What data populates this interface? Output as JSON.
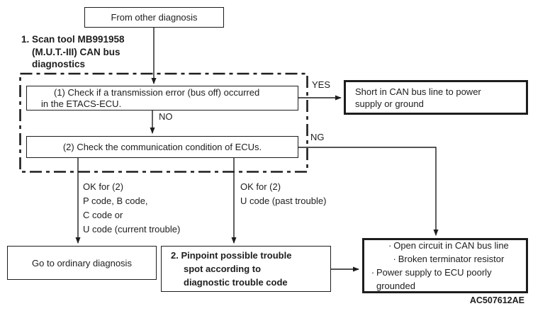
{
  "page": {
    "background": "#ffffff",
    "ink_color": "#1d1d1d",
    "watermark": "AC507612AE"
  },
  "flowchart": {
    "section_label": "1. Scan tool MB991958\n(M.U.T.-III) CAN bus\ndiagnostics",
    "start": {
      "label": "From other diagnosis"
    },
    "step1": {
      "label": "(1) Check if a transmission error (bus off) occurred\nin the ETACS-ECU."
    },
    "step2": {
      "label": "(2) Check the communication condition of ECUs."
    },
    "edge_labels": {
      "yes": "YES",
      "no": "NO",
      "ng": "NG",
      "ok_current": "OK for (2)\nP code, B code,\nC code or\nU code (current trouble)",
      "ok_past": "OK for (2)\nU code (past trouble)"
    },
    "result_short": {
      "label": "Short in CAN bus line to power\nsupply or ground"
    },
    "result_ordinary": {
      "label": "Go to ordinary diagnosis"
    },
    "result_pinpoint": {
      "label": "2. Pinpoint possible trouble\nspot according to\ndiagnostic trouble code"
    },
    "result_causes": {
      "bullet": "·",
      "items": [
        "Open circuit in CAN bus line",
        "Broken terminator resistor",
        "Power supply to ECU poorly grounded"
      ]
    }
  }
}
